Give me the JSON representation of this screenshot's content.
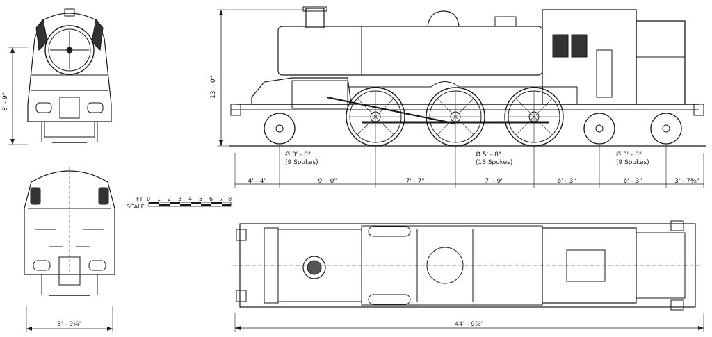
{
  "views": {
    "front_elevation": "front-view",
    "rear_elevation": "rear-view",
    "side_elevation": "side-view",
    "plan": "plan-view"
  },
  "dimensions": {
    "front_height": "8' - 9\"",
    "side_height": "13' - 0\"",
    "rear_width": "8' - 9¼\"",
    "overall_length": "44' - 9⅞\"",
    "wheelbase_segments": [
      "4' - 4\"",
      "9' - 0\"",
      "7' - 7\"",
      "7' - 9\"",
      "6' - 3\"",
      "6' - 3\"",
      "3' - 7⅜\""
    ]
  },
  "wheels": {
    "leading": {
      "diameter": "Ø   3' - 0\"",
      "spokes": "(9 Spokes)"
    },
    "driving": {
      "diameter": "Ø   5' - 8\"",
      "spokes": "(18 Spokes)"
    },
    "trailing": {
      "diameter": "Ø   3' - 0\"",
      "spokes": "(9 Spokes)"
    }
  },
  "scale_bar": {
    "unit": "FT",
    "label": "SCALE",
    "ticks": [
      "0",
      "1",
      "2",
      "3",
      "4",
      "5",
      "6",
      "7",
      "8"
    ]
  }
}
